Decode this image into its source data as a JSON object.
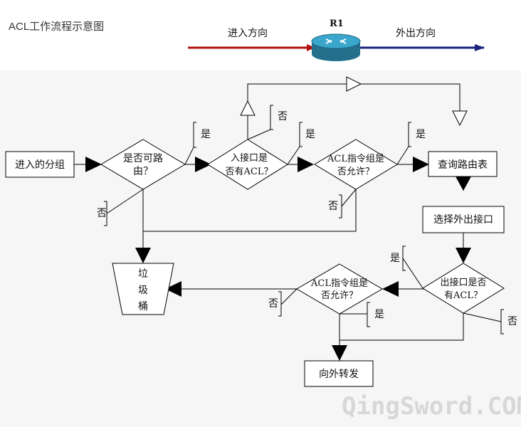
{
  "title": "ACL工作流程示意图",
  "header": {
    "router_label": "R1",
    "inbound_label": "进入方向",
    "outbound_label": "外出方向",
    "colors": {
      "inbound_arrow": "#b01010",
      "outbound_arrow": "#1a237e",
      "router": "#2f8fb3"
    }
  },
  "nodes": {
    "incoming_packet": "进入的分组",
    "routable_q_line1": "是否可路",
    "routable_q_line2": "由？",
    "in_iface_q_line1": "入接口是",
    "in_iface_q_line2": "否有ACL？",
    "acl_in_q_line1": "ACL指令组是",
    "acl_in_q_line2": "否允许？",
    "lookup_route": "查询路由表",
    "select_out_iface": "选择外出接口",
    "out_iface_q_line1": "出接口是否",
    "out_iface_q_line2": "有ACL？",
    "acl_out_q_line1": "ACL指令组是",
    "acl_out_q_line2": "否允许？",
    "trash_1": "垃",
    "trash_2": "圾",
    "trash_3": "桶",
    "forward_out": "向外转发"
  },
  "annotations": {
    "yes_1": "是",
    "no_1": "否",
    "yes_2": "是",
    "no_2": "否",
    "yes_3": "是",
    "no_3": "否",
    "yes_4": "是",
    "no_4": "否",
    "yes_5": "是",
    "no_5": "否"
  },
  "watermark": "QingSword.COM"
}
